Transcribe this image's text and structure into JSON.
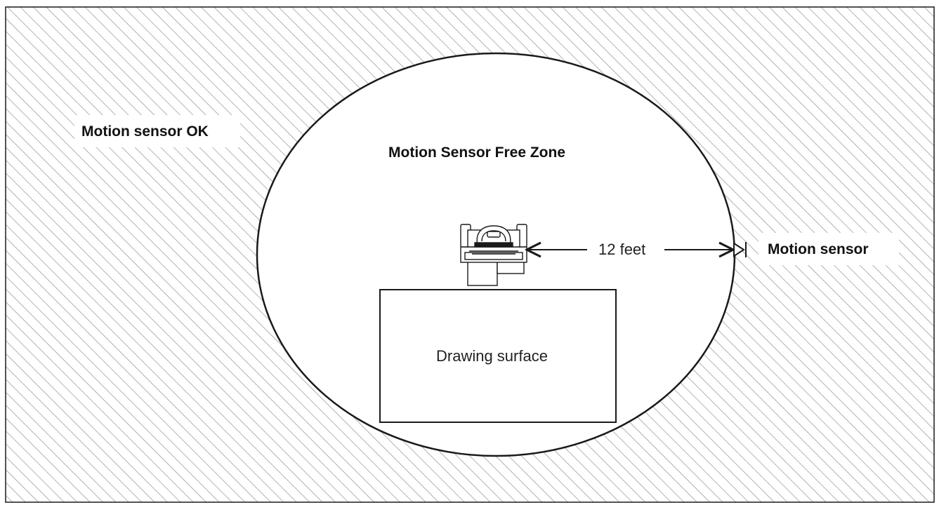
{
  "labels": {
    "outside_zone": "Motion sensor OK",
    "free_zone": "Motion Sensor Free Zone",
    "distance": "12 feet",
    "sensor": "Motion sensor",
    "surface": "Drawing surface"
  },
  "icons": {
    "device": "plotter-icon",
    "sensor": "motion-sensor-icon"
  },
  "colors": {
    "line": "#1a1a1a",
    "hatch": "#8a8a8a",
    "background": "#ffffff"
  }
}
